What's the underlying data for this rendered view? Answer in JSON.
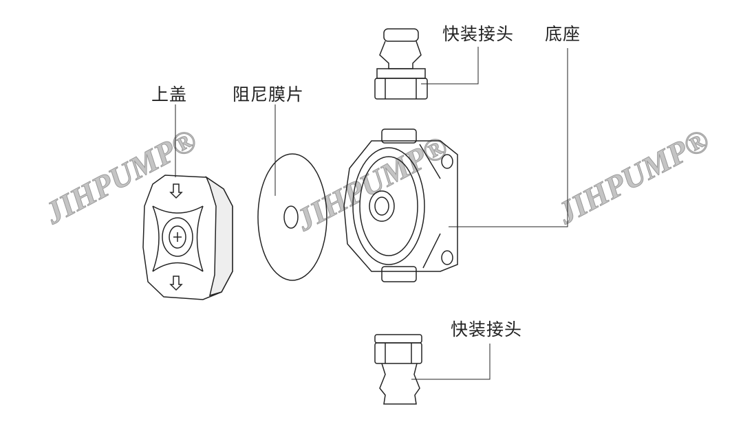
{
  "watermark": "JIHPUMP®",
  "labels": {
    "top_connector": "快装接头",
    "base": "底座",
    "cover": "上盖",
    "diaphragm": "阻尼膜片",
    "bottom_connector": "快装接头"
  },
  "colors": {
    "line": "#222222",
    "watermark": "#d6d6d6"
  }
}
